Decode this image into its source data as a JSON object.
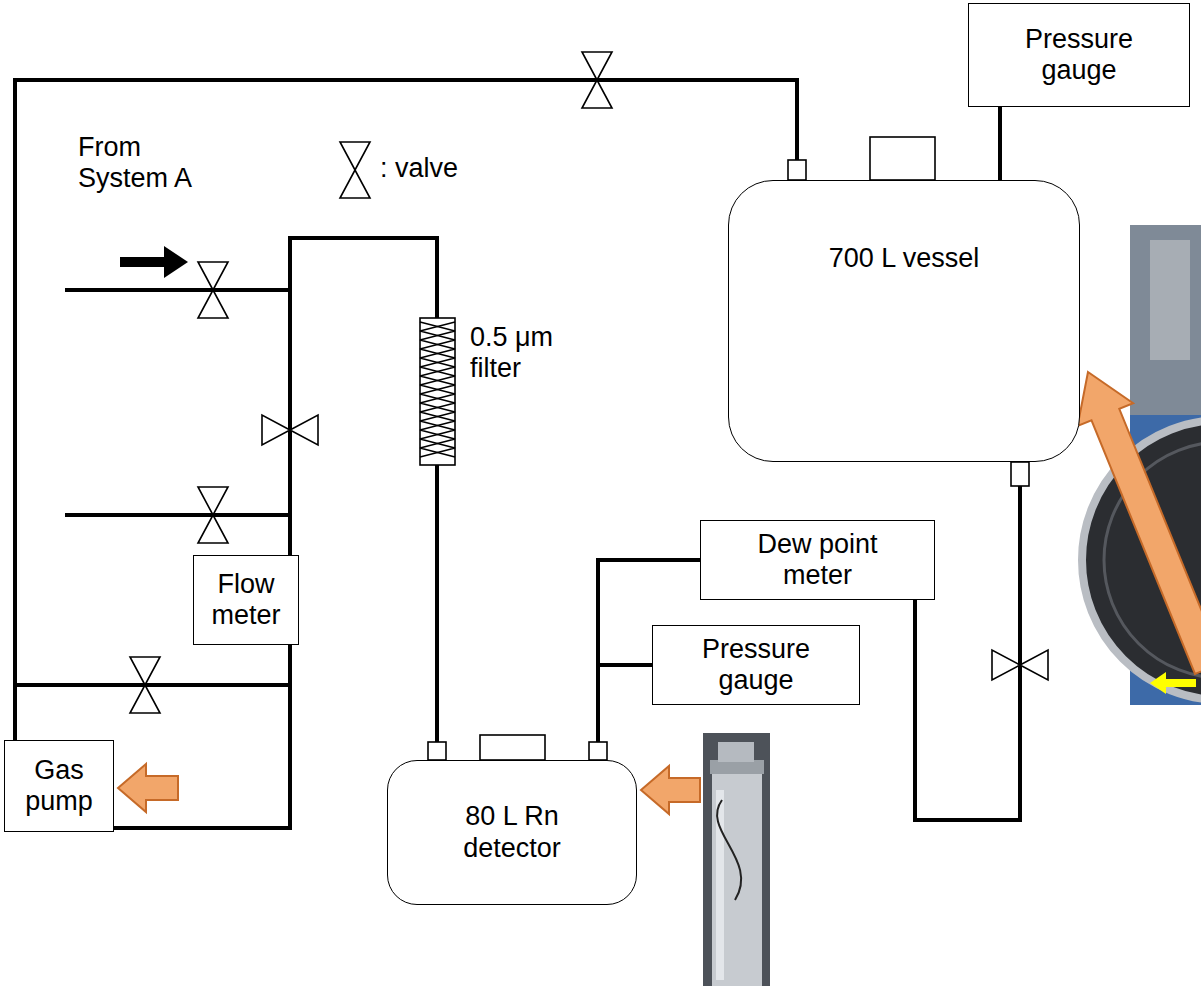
{
  "diagram": {
    "nodes": [
      {
        "text": [
          "Pressure gauge"
        ]
      },
      {
        "text": [
          "700 L vessel"
        ]
      },
      {
        "text": [
          "Flow meter"
        ]
      },
      {
        "text": [
          "Dew point meter"
        ]
      },
      {
        "text": [
          "Pressure gauge"
        ]
      },
      {
        "text": [
          "Gas pump"
        ]
      },
      {
        "text": [
          "80 L Rn detector"
        ]
      }
    ],
    "edges": [
      {
        "from": 0,
        "to": 1,
        "arrow": "none"
      },
      {
        "from": 5,
        "to": 1,
        "arrow": "none"
      },
      {
        "from": 6,
        "to": 2,
        "arrow": "none"
      },
      {
        "from": 2,
        "to": 5,
        "arrow": "none"
      },
      {
        "from": 3,
        "to": 6,
        "arrow": "none"
      },
      {
        "from": 4,
        "to": 6,
        "arrow": "none"
      },
      {
        "from": 1,
        "to": 3,
        "arrow": "none"
      }
    ],
    "labels": [
      "From System A",
      "0.5 μm filter"
    ],
    "legend": [
      {
        "text": ": valve"
      }
    ]
  }
}
